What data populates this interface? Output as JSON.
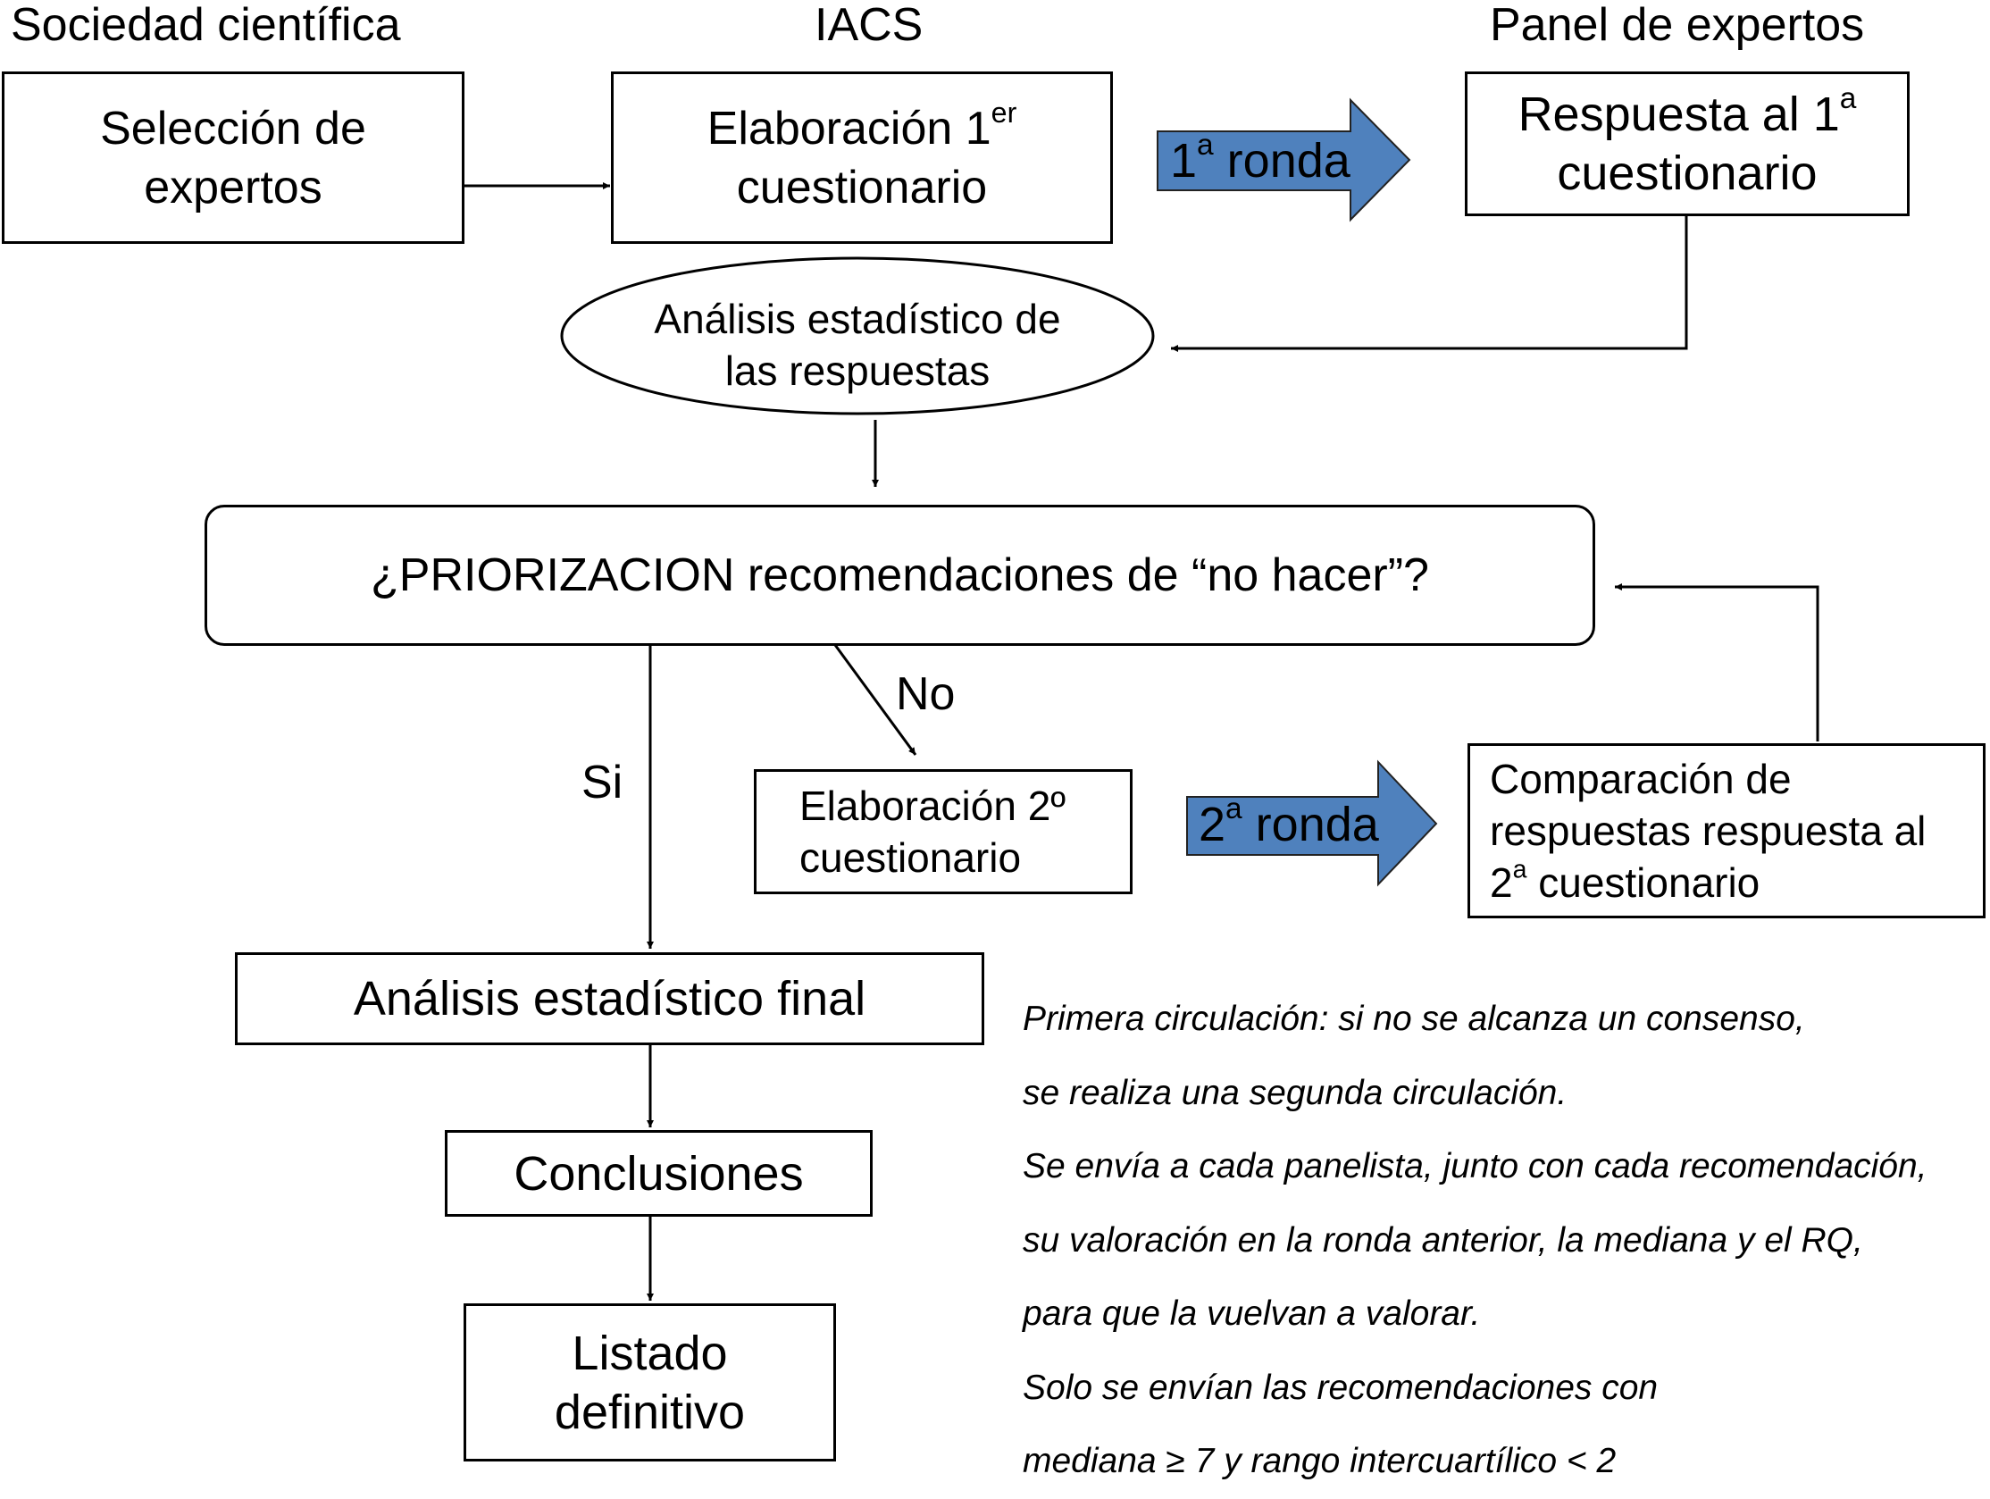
{
  "headers": {
    "sociedad": "Sociedad científica",
    "iacs": "IACS",
    "panel": "Panel de expertos"
  },
  "boxes": {
    "seleccion_line1": "Selección de",
    "seleccion_line2": "expertos",
    "elab1_line1": "Elaboración 1",
    "elab1_sup": "er",
    "elab1_line2": "cuestionario",
    "resp1_line1": "Respuesta al 1",
    "resp1_sup": "a",
    "resp1_line2": "cuestionario",
    "analisis_line1": "Análisis estadístico de",
    "analisis_line2": "las respuestas",
    "priorizacion": "¿PRIORIZACION recomendaciones de “no hacer”?",
    "elab2_line1": "Elaboración 2º",
    "elab2_line2": "cuestionario",
    "comp_line1": "Comparación de",
    "comp_line2": "respuestas respuesta al",
    "comp_line3_num": "2",
    "comp_line3_sup": "a",
    "comp_line3_rest": " cuestionario",
    "final": "Análisis estadístico final",
    "conclusiones": "Conclusiones",
    "listado_line1": "Listado",
    "listado_line2": "definitivo"
  },
  "arrows": {
    "ronda1_num": "1",
    "ronda1_sup": "a",
    "ronda1_rest": " ronda",
    "ronda2_num": "2",
    "ronda2_sup": "a",
    "ronda2_rest": " ronda",
    "color": "#4f81bd"
  },
  "branches": {
    "no": "No",
    "si": "Si"
  },
  "note": [
    "Primera circulación: si no se alcanza un consenso,",
    "se realiza una segunda circulación.",
    "Se envía a cada panelista, junto con cada recomendación,",
    "su valoración en la ronda anterior, la mediana y el RQ,",
    "para que la vuelvan a valorar.",
    "Solo se envían las recomendaciones con",
    "mediana ≥ 7 y rango intercuartílico < 2"
  ]
}
